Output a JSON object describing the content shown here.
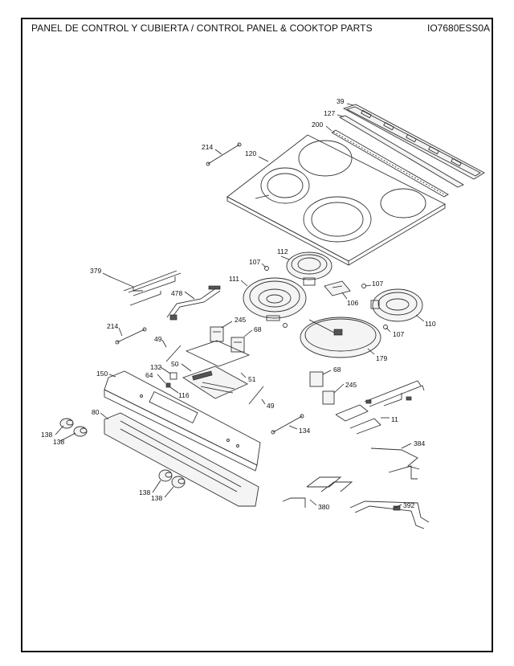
{
  "header": {
    "title": "PANEL DE CONTROL Y CUBIERTA / CONTROL PANEL & COOKTOP PARTS",
    "model": "IO7680ESS0A"
  },
  "part_labels": {
    "p39": "39",
    "p127": "127",
    "p200": "200",
    "p214_top": "214",
    "p120": "120",
    "p107_a": "107",
    "p112": "112",
    "p379": "379",
    "p111": "111",
    "p106": "106",
    "p107_b": "107",
    "p478": "478",
    "p110": "110",
    "p107_c": "107",
    "p214_mid": "214",
    "p245_a": "245",
    "p68_a": "68",
    "p49_a": "49",
    "p179": "179",
    "p50": "50",
    "p132": "132",
    "p150": "150",
    "p64": "64",
    "p51": "51",
    "p68_b": "68",
    "p116": "116",
    "p245_b": "245",
    "p49_b": "49",
    "p80": "80",
    "p11": "11",
    "p138_a": "138",
    "p138_b": "138",
    "p134": "134",
    "p384": "384",
    "p138_c": "138",
    "p138_d": "138",
    "p380": "380",
    "p392": "392"
  }
}
